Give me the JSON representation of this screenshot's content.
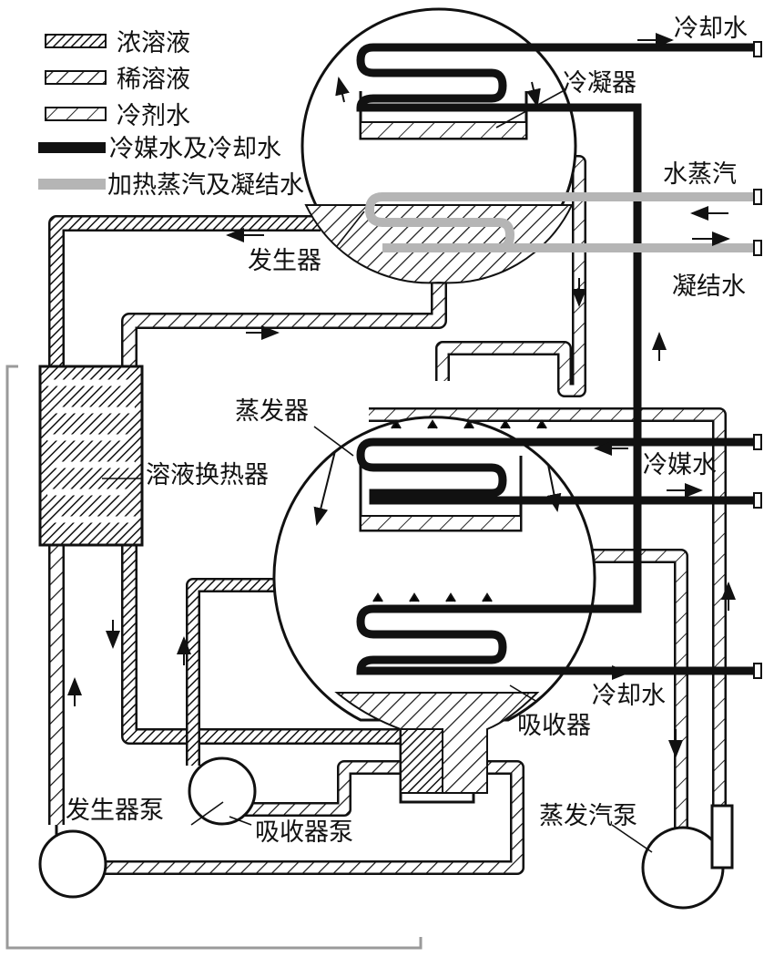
{
  "legend": {
    "concentrated_solution": "浓溶液",
    "dilute_solution": "稀溶液",
    "refrigerant_water": "冷剂水",
    "chilled_and_cooling_water": "冷媒水及冷却水",
    "heating_steam_and_condensate": "加热蒸汽及凝结水"
  },
  "labels": {
    "cooling_water_top": "冷却水",
    "condenser": "冷凝器",
    "water_vapor": "水蒸汽",
    "condensate": "凝结水",
    "generator": "发生器",
    "evaporator": "蒸发器",
    "solution_heat_exchanger": "溶液换热器",
    "chilled_water": "冷媒水",
    "cooling_water_bottom": "冷却水",
    "absorber": "吸收器",
    "generator_pump": "发生器泵",
    "absorber_pump": "吸收器泵",
    "evaporator_pump": "蒸发汽泵"
  },
  "colors": {
    "line": "#111111",
    "steam": "#b5b5b5",
    "frame": "#9a9a9a",
    "background": "#ffffff"
  }
}
